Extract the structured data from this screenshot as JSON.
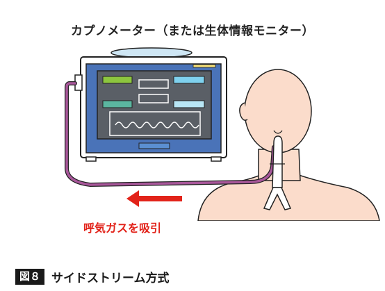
{
  "title": "カプノメーター（または生体情報モニター）",
  "flow_label": "呼気ガスを吸引",
  "figure": {
    "badge": "図８",
    "caption": "サイドストリーム方式"
  },
  "colors": {
    "monitor_body": "#ffffff",
    "monitor_screen_frame": "#4a73b8",
    "screen": "#5a5f66",
    "tube": "#a8579a",
    "skin": "#fbdccb",
    "arrow": "#e2231a",
    "indicator_green": "#8dc63f",
    "indicator_blue": "#7fd1ee",
    "indicator_teal": "#5bb6a0",
    "indicator_yellow": "#f7e27a"
  }
}
